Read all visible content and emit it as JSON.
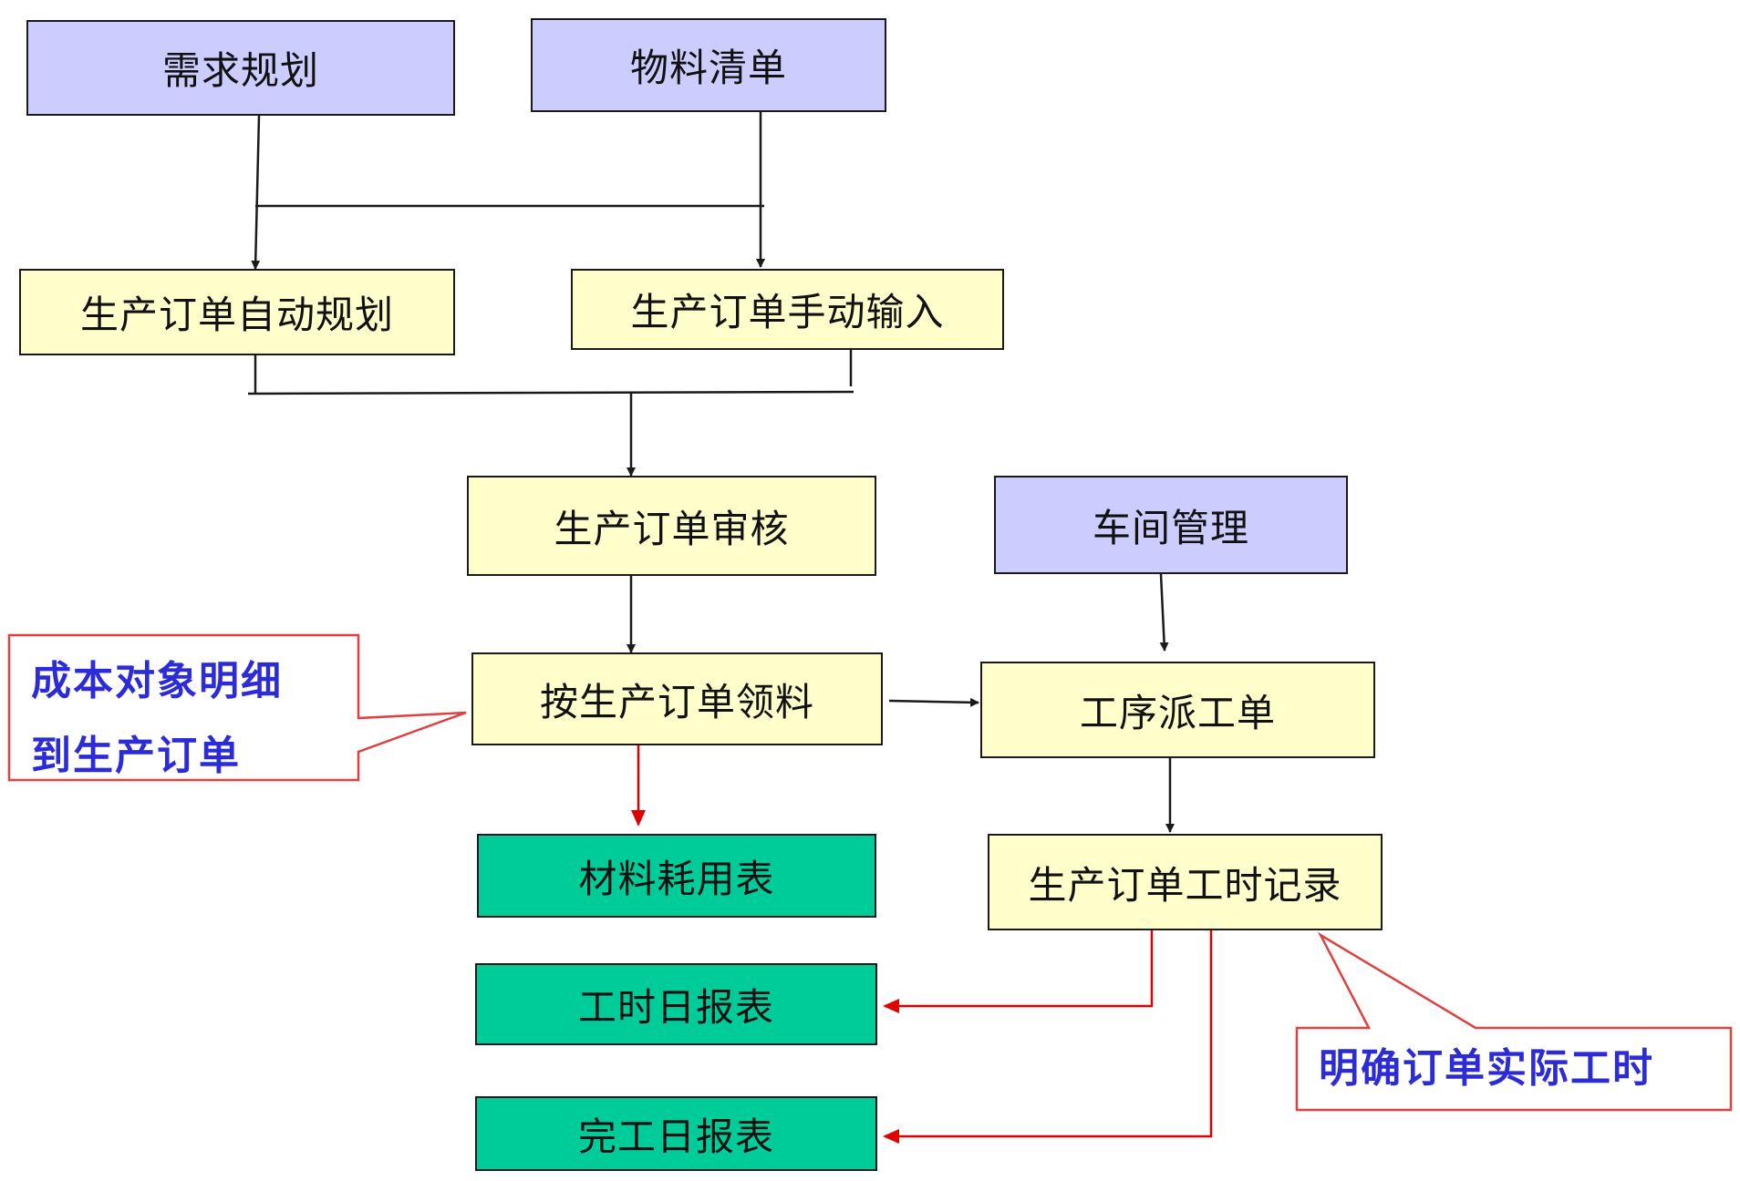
{
  "colors": {
    "input_box": "#ccccff",
    "process_box": "#ffffcc",
    "report_box": "#00cc99",
    "connector": "#1a1a1a",
    "report_connector": "#e00000",
    "callout_border": "#e04040",
    "callout_text": "#2b2bd9"
  },
  "nodes": {
    "demand_planning": "需求规划",
    "bill_of_materials": "物料清单",
    "auto_planning": "生产订单自动规划",
    "manual_input": "生产订单手动输入",
    "order_review": "生产订单审核",
    "workshop_management": "车间管理",
    "material_issue": "按生产订单领料",
    "process_dispatch": "工序派工单",
    "material_consumption": "材料耗用表",
    "work_hours_record": "生产订单工时记录",
    "daily_hours_report": "工时日报表",
    "daily_completion_report": "完工日报表"
  },
  "callouts": {
    "cost_object": {
      "line1": "成本对象明细",
      "line2": "到生产订单"
    },
    "actual_hours": "明确订单实际工时"
  }
}
